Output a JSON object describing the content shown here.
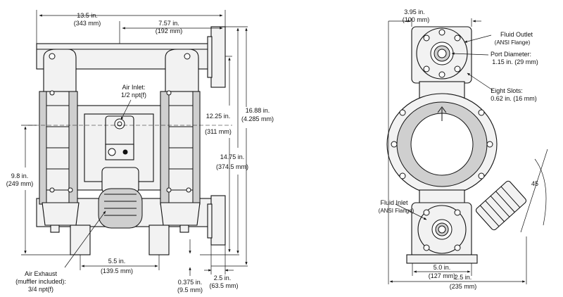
{
  "front_view": {
    "width_overall": {
      "in": "13.5 in.",
      "mm": "(343 mm)"
    },
    "width_offset": {
      "in": "7.57 in.",
      "mm": "(192 mm)"
    },
    "air_inlet": {
      "line1": "Air Inlet:",
      "line2": "1/2 npt(f)"
    },
    "height_overall": {
      "in": "16.88 in.",
      "mm": "(4.285 mm)"
    },
    "height_outlet": {
      "in": "12.25 in.",
      "mm": "(311 mm)"
    },
    "height_total": {
      "in": "14.75 in.",
      "mm": "(374.5 mm)"
    },
    "height_inlet": {
      "in": "9.8 in.",
      "mm": "(249 mm)"
    },
    "base_spacing": {
      "in": "5.5 in.",
      "mm": "(139.5 mm)"
    },
    "air_exhaust": {
      "line1": "Air Exhaust",
      "line2": "(muffler included):",
      "line3": "3/4 npt(f)"
    },
    "foot_height": {
      "in": "0.375 in.",
      "mm": "(9.5 mm)"
    },
    "flange_depth": {
      "in": "2.5 in.",
      "mm": "(63.5 mm)"
    }
  },
  "side_view": {
    "flange_width": {
      "in": "3.95 in.",
      "mm": "(100 mm)"
    },
    "fluid_outlet": {
      "line1": "Fluid Outlet",
      "line2": "(ANSI Flange)"
    },
    "port_diameter": {
      "line1": "Port Diameter:",
      "line2": "1.15 in. (29 mm)"
    },
    "eight_slots": {
      "line1": "Eight Slots:",
      "line2": "0.62 in. (16 mm)"
    },
    "angle": "45",
    "fluid_inlet": {
      "line1": "Fluid Inlet",
      "line2": "(ANSI Flange)"
    },
    "base_width": {
      "in": "5.0 in.",
      "mm": "(127 mm)"
    },
    "depth_overall": {
      "in": "2.5 in.",
      "mm": "(235 mm)"
    }
  }
}
